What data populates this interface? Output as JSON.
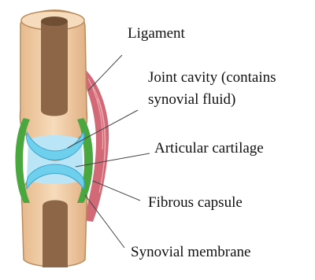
{
  "labels": {
    "ligament": "Ligament",
    "joint_cavity_line1": "Joint cavity (contains",
    "joint_cavity_line2": "synovial fluid)",
    "articular_cartilage": "Articular cartilage",
    "fibrous_capsule": "Fibrous capsule",
    "synovial_membrane": "Synovial membrane"
  },
  "colors": {
    "bone_outer": "#f1cda5",
    "bone_edge": "#b98c5e",
    "marrow": "#8c6646",
    "cartilage": "#6fd0ee",
    "synovial_fluid": "#b9e5f7",
    "synovial_membrane": "#4aa63f",
    "ligament": "#c9505e",
    "leader_line": "#444444"
  }
}
